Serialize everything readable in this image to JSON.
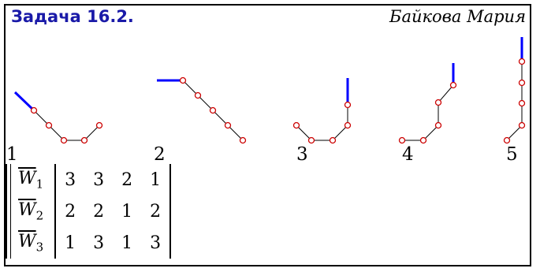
{
  "header": {
    "title": "Задача 16.2.",
    "author": "Байкова Мария"
  },
  "figures": [
    {
      "label": "1",
      "icon": "chain-diagram-1"
    },
    {
      "label": "2",
      "icon": "chain-diagram-2"
    },
    {
      "label": "3",
      "icon": "chain-diagram-3"
    },
    {
      "label": "4",
      "icon": "chain-diagram-4"
    },
    {
      "label": "5",
      "icon": "chain-diagram-5"
    }
  ],
  "colors": {
    "title": "#1a1aa8",
    "segment_highlight": "#0000ff",
    "node_outline": "#cc0000"
  },
  "matrix": {
    "rows": [
      {
        "label_letter": "W",
        "label_sub": "1",
        "values": [
          "3",
          "3",
          "2",
          "1"
        ]
      },
      {
        "label_letter": "W",
        "label_sub": "2",
        "values": [
          "2",
          "2",
          "1",
          "2"
        ]
      },
      {
        "label_letter": "W",
        "label_sub": "3",
        "values": [
          "1",
          "3",
          "1",
          "3"
        ]
      }
    ]
  }
}
